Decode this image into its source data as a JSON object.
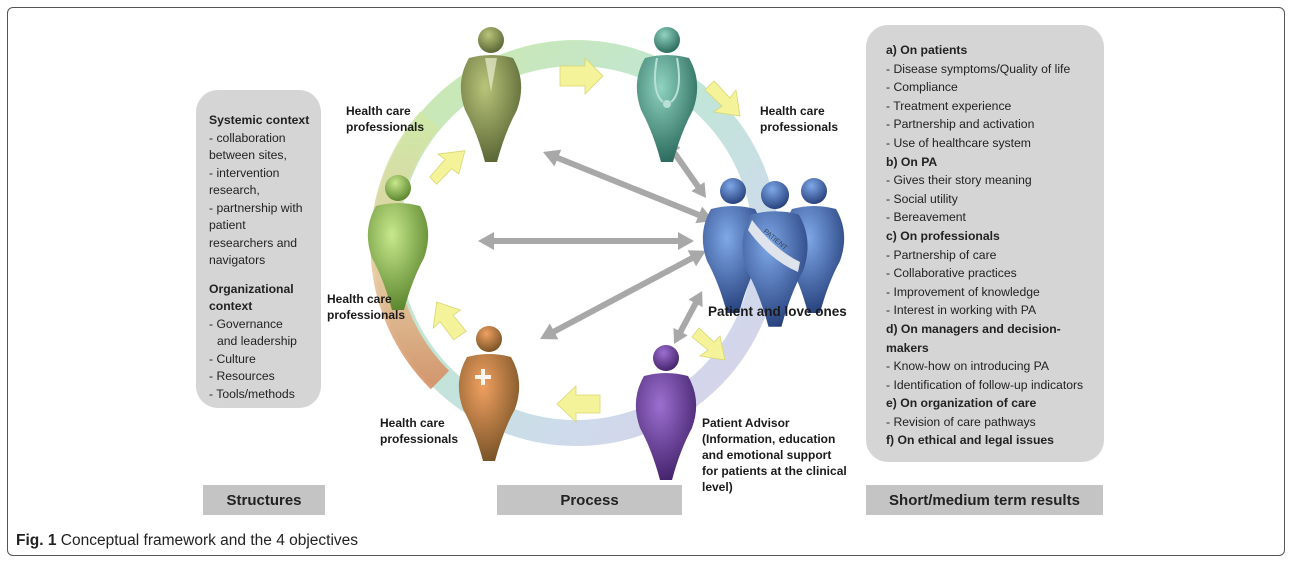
{
  "caption": {
    "fig": "Fig. 1",
    "text": "Conceptual framework and the 4 objectives"
  },
  "structures": {
    "systemic_title": "Systemic context",
    "systemic_lines": [
      "- collaboration",
      "between sites,",
      "- intervention",
      "research,",
      "- partnership with",
      "patient",
      "researchers and",
      "navigators"
    ],
    "org_title_1": "Organizational",
    "org_title_2": "context",
    "org_lines": [
      "-  Governance",
      "and leadership",
      "-  Culture",
      "-  Resources",
      "-  Tools/methods"
    ],
    "label": "Structures"
  },
  "process": {
    "label": "Process",
    "hcp_top_1": "Health care",
    "hcp_top_2": "professionals",
    "hcp_right_1": "Health care",
    "hcp_right_2": "professionals",
    "hcp_left_1": "Health care",
    "hcp_left_2": "professionals",
    "hcp_bottom_1": "Health care",
    "hcp_bottom_2": "professionals",
    "patients_label": "Patient and love ones",
    "patient_band": "PATIENT",
    "advisor_lines": [
      "Patient Advisor",
      "(Information, education",
      "and emotional support",
      "for patients at the clinical",
      "level)"
    ]
  },
  "results": {
    "label": "Short/medium term results",
    "lines": [
      {
        "t": "a) On patients",
        "h": true
      },
      {
        "t": "- Disease symptoms/Quality of life",
        "h": false
      },
      {
        "t": "- Compliance",
        "h": false
      },
      {
        "t": "- Treatment experience",
        "h": false
      },
      {
        "t": "- Partnership and activation",
        "h": false
      },
      {
        "t": "- Use of healthcare system",
        "h": false
      },
      {
        "t": "b) On PA",
        "h": true
      },
      {
        "t": "- Gives their story meaning",
        "h": false
      },
      {
        "t": "- Social utility",
        "h": false
      },
      {
        "t": "- Bereavement",
        "h": false
      },
      {
        "t": "c) On professionals",
        "h": true
      },
      {
        "t": "- Partnership of care",
        "h": false
      },
      {
        "t": "- Collaborative practices",
        "h": false
      },
      {
        "t": "- Improvement of knowledge",
        "h": false
      },
      {
        "t": "- Interest in working with PA",
        "h": false
      },
      {
        "t": "d) On managers and decision-makers",
        "h": true
      },
      {
        "t": "- Know-how on introducing PA",
        "h": false
      },
      {
        "t": "- Identification of follow-up indicators",
        "h": false
      },
      {
        "t": "e) On organization of care",
        "h": true
      },
      {
        "t": "- Revision of care pathways",
        "h": false
      },
      {
        "t": "f) On ethical and legal issues",
        "h": true
      }
    ]
  },
  "colors": {
    "panel": "#d5d5d5",
    "label_box": "#c4c4c4",
    "arrow_yellow": "#f4f39a",
    "arrow_gray": "#a8a8a8",
    "hcp_green_top": "#8e9a4f",
    "hcp_teal": "#4f9a86",
    "hcp_light_green": "#9cc25a",
    "hcp_orange": "#c8552a",
    "patient_blue": "#2f5aa8",
    "advisor_purple": "#5b2f8c"
  }
}
